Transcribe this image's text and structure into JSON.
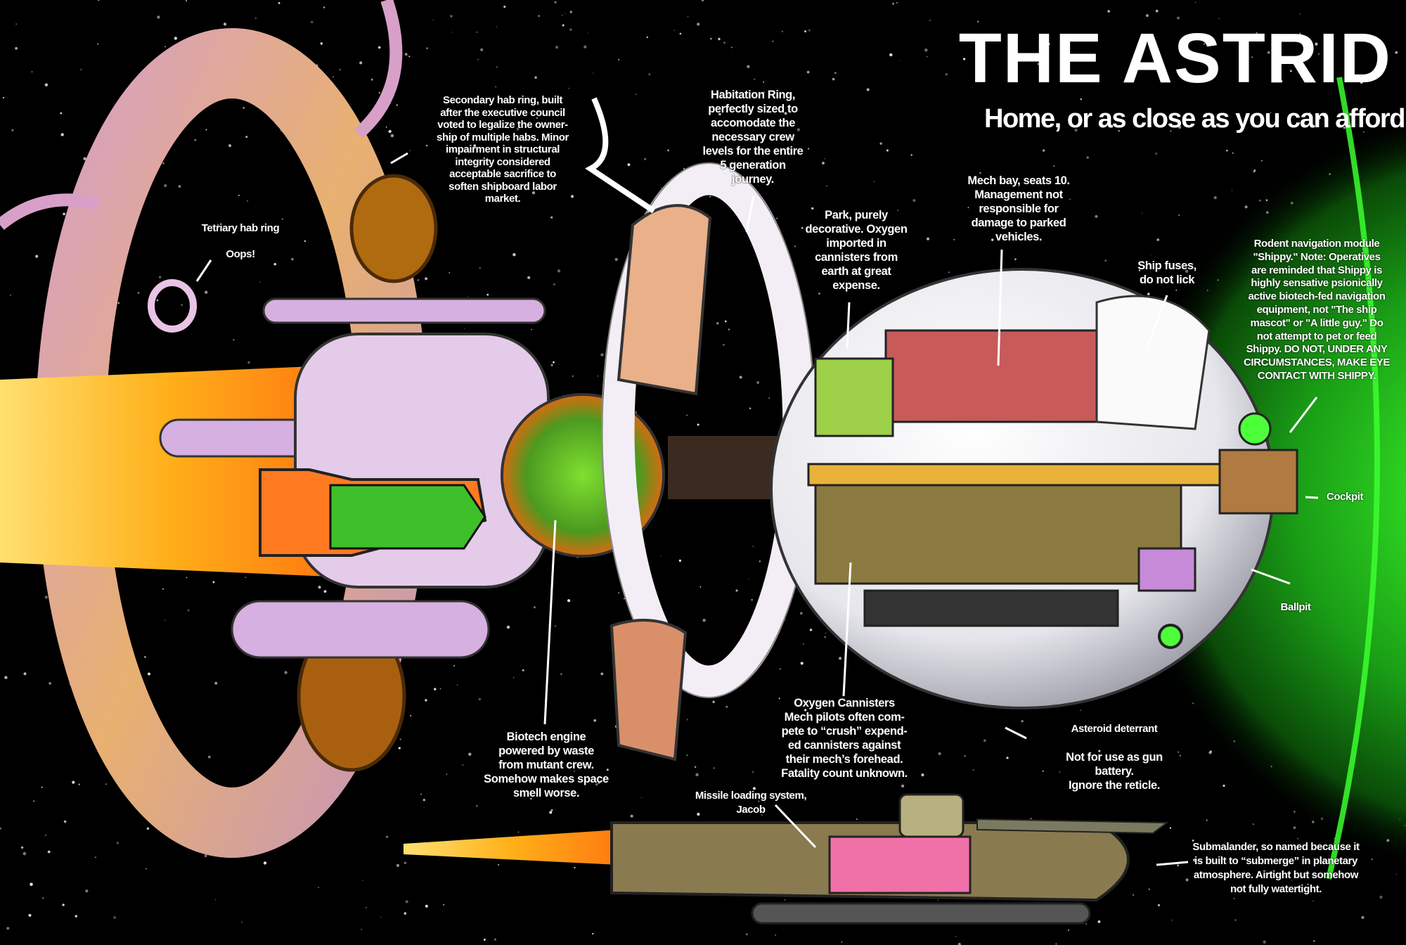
{
  "header": {
    "title": "THE ASTRID",
    "subtitle": "Home, or as close as you can afford"
  },
  "annotations": {
    "secondary_hab_ring": "Secondary hab ring, built\nafter the executive council\nvoted to legalize the owner-\nship of multiple habs. Minor\nimpairment in structural\nintegrity considered\nacceptable sacrifice to\nsoften shipboard labor\nmarket.",
    "habitation_ring": "Habitation Ring,\nperfectly sized to\naccomodate the\nnecessary crew\nlevels for the entire\n5 generation\njourney.",
    "tetriary_hab_ring": "Tetriary hab ring",
    "oops": "Oops!",
    "park": "Park, purely\ndecorative. Oxygen\nimported in\ncannisters from\nearth at great\nexpense.",
    "mech_bay": "Mech bay, seats 10.\nManagement not\nresponsible for\ndamage to parked\nvehicles.",
    "ship_fuses": "Ship fuses,\ndo not lick",
    "rodent_navigation": "Rodent navigation module\n\"Shippy.\" Note: Operatives\nare reminded that Shippy is\nhighly sensative psionically\nactive biotech-fed navigation\nequipment, not \"The ship\nmascot\" or \"A little guy.\" Do\nnot attempt to pet or feed\nShippy. DO NOT, UNDER ANY\nCIRCUMSTANCES, MAKE EYE\nCONTACT WITH SHIPPY.",
    "cockpit": "Cockpit",
    "ballpit": "Ballpit",
    "biotech_engine": "Biotech engine\npowered by waste\nfrom mutant crew.\nSomehow makes space\nsmell worse.",
    "oxygen_cannisters": "Oxygen Cannisters\nMech pilots often com-\npete to “crush” expend-\ned cannisters against\ntheir mech’s forehead.\nFatality count unknown.",
    "asteroid_deterrant": "Asteroid deterrant",
    "gun_battery_note": "Not for use as gun\nbattery.\nIgnore the reticle.",
    "missile_loading": "Missile loading system,\nJacob",
    "submalander": "Submalander, so named because it\nis built to “submerge” in planetary\natmosphere. Airtight but somehow\nnot fully watertight."
  },
  "colors": {
    "space": "#000000",
    "glow": "#22c41e",
    "ring": "#d9a6c8",
    "exhaust": "#ffb21c",
    "hull": "#eeeef2"
  }
}
